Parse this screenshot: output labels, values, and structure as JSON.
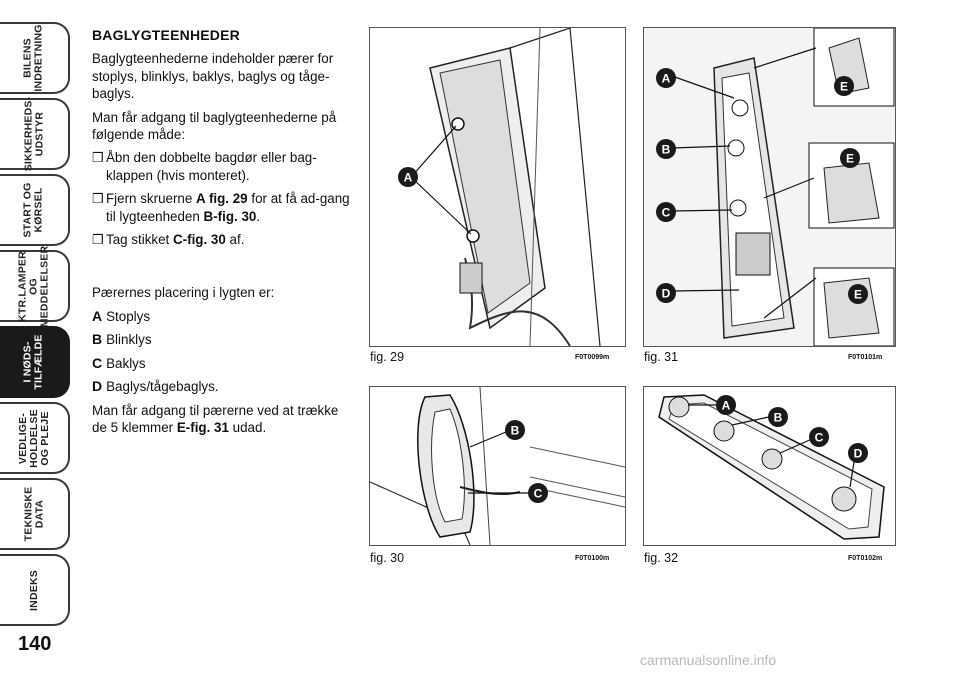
{
  "sidebar": {
    "tabs": [
      {
        "label": "BILENS\nINDRETNING",
        "active": false
      },
      {
        "label": "SIKKERHEDS-\nUDSTYR",
        "active": false
      },
      {
        "label": "START OG\nKØRSEL",
        "active": false
      },
      {
        "label": "KTR.LAMPER\nOG\nMEDDELELSER",
        "active": false
      },
      {
        "label": "I NØDS-\nTILFÆLDE",
        "active": true
      },
      {
        "label": "VEDLIGE-\nHOLDELSE\nOG PLEJE",
        "active": false
      },
      {
        "label": "TEKNISKE\nDATA",
        "active": false
      },
      {
        "label": "INDEKS",
        "active": false
      }
    ]
  },
  "page_number": "140",
  "content": {
    "heading": "BAGLYGTEENHEDER",
    "intro": "Baglygteenhederne indeholder pærer for stoplys, blinklys, baklys, baglys og tåge-baglys.",
    "access": "Man får adgang til baglygteenhederne på følgende måde:",
    "bullet_symbol": "❒",
    "step1": "Åbn den dobbelte bagdør eller bag-klappen (hvis monteret).",
    "step2_pre": "Fjern skruerne ",
    "step2_ref1": "A fig. 29",
    "step2_mid": " for at få ad-gang til lygteenheden ",
    "step2_ref2": "B-fig. 30",
    "step2_end": ".",
    "step3_pre": "Tag stikket ",
    "step3_ref": "C-fig. 30",
    "step3_end": " af.",
    "placement": "Pærernes placering i lygten er:",
    "list": [
      {
        "letter": "A",
        "text": "Stoplys"
      },
      {
        "letter": "B",
        "text": "Blinklys"
      },
      {
        "letter": "C",
        "text": "Baklys"
      },
      {
        "letter": "D",
        "text": "Baglys/tågebaglys."
      }
    ],
    "final_pre": "Man får adgang til pærerne ved at trække de 5 klemmer ",
    "final_ref": "E-fig. 31",
    "final_end": " udad."
  },
  "figures": [
    {
      "caption": "fig. 29",
      "code": "F0T0099m",
      "labels": [
        "A"
      ]
    },
    {
      "caption": "fig. 31",
      "code": "F0T0101m",
      "labels": [
        "A",
        "B",
        "C",
        "D",
        "E",
        "E",
        "E"
      ]
    },
    {
      "caption": "fig. 30",
      "code": "F0T0100m",
      "labels": [
        "B",
        "C"
      ]
    },
    {
      "caption": "fig. 32",
      "code": "F0T0102m",
      "labels": [
        "A",
        "B",
        "C",
        "D"
      ]
    }
  ],
  "watermark": "carmanualsonline.info"
}
